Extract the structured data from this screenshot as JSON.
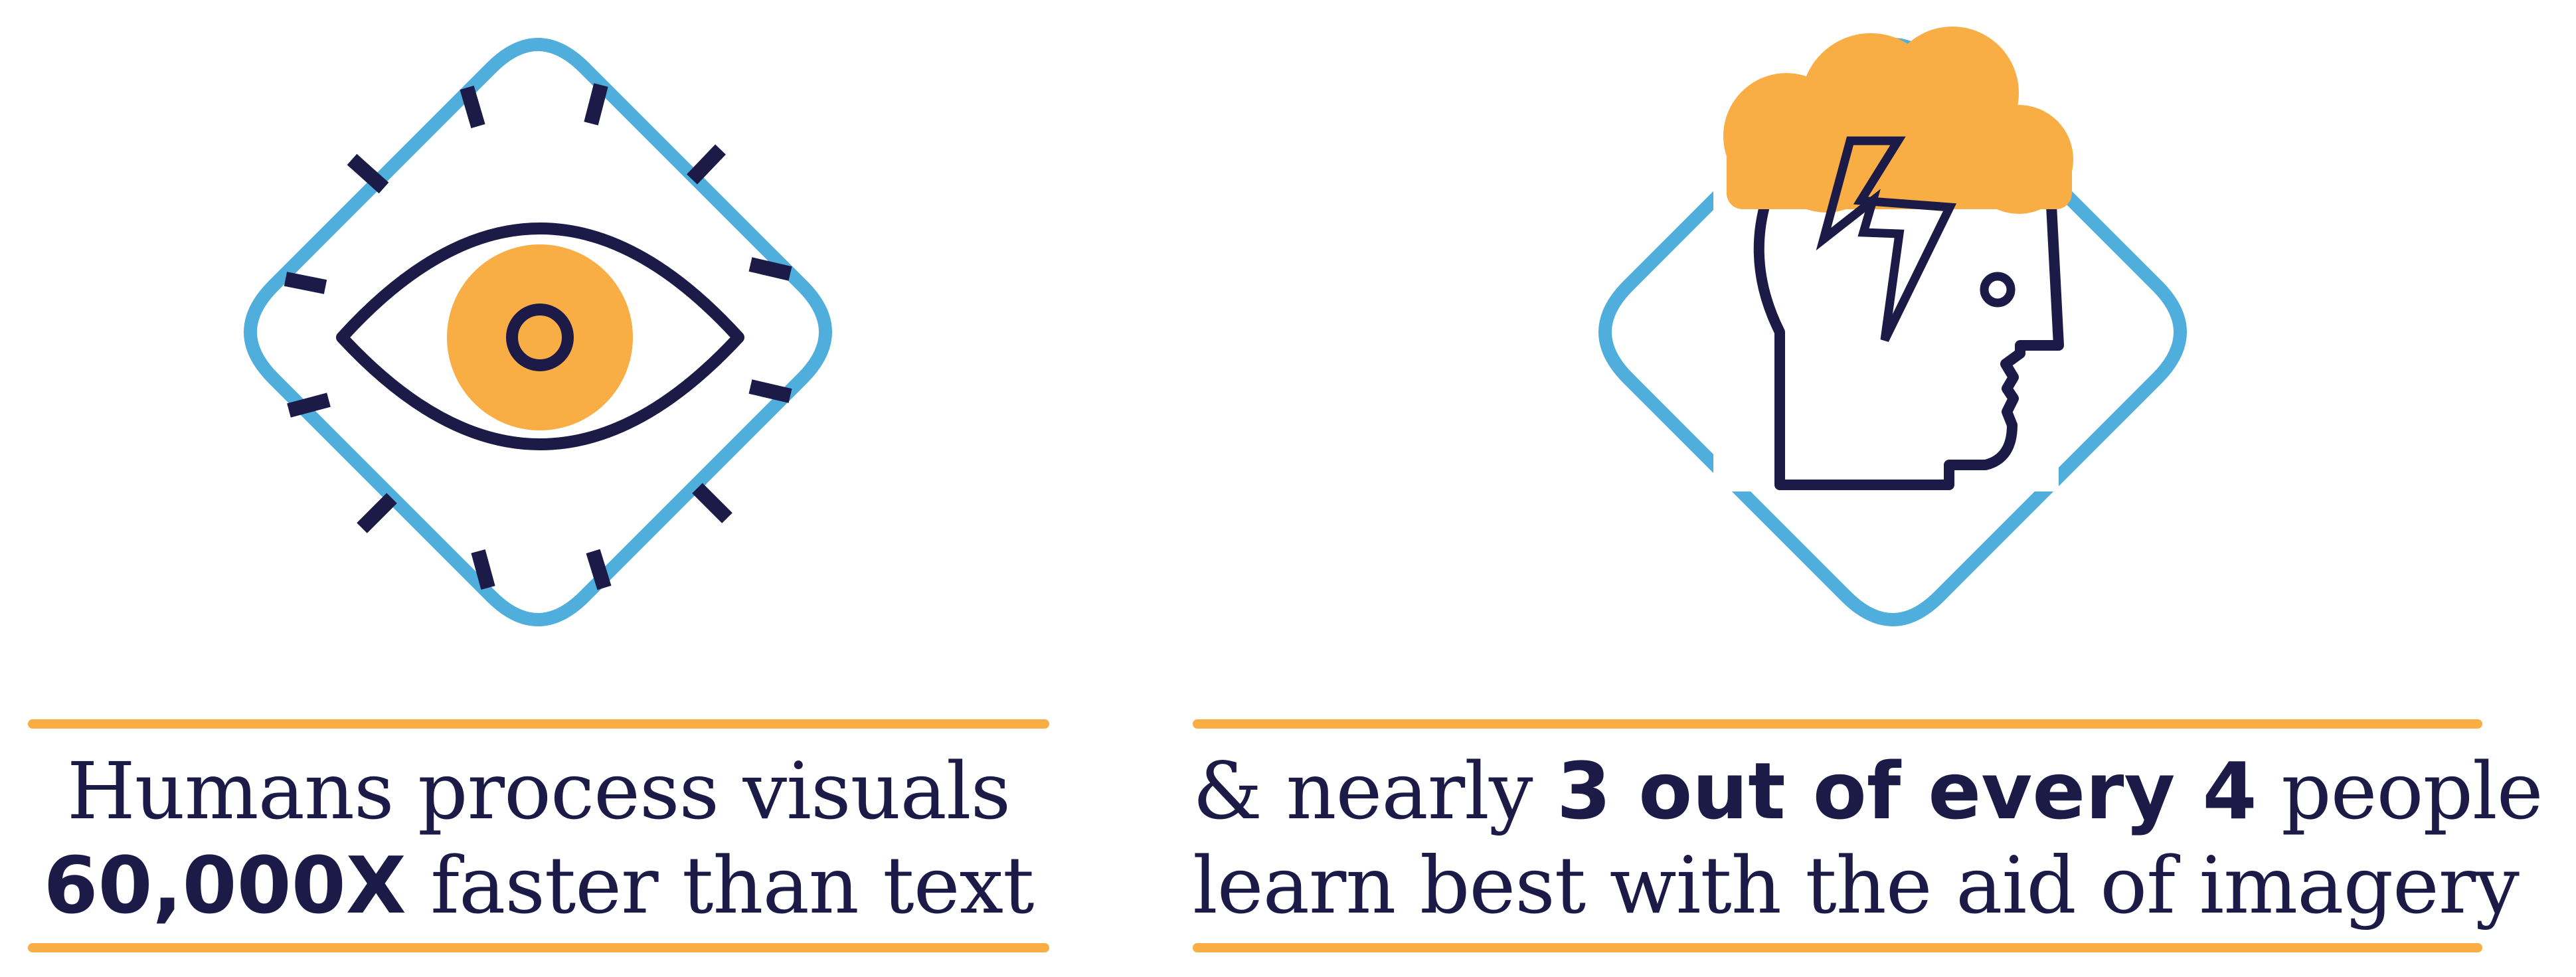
{
  "colors": {
    "navy": "#1c1b48",
    "blue": "#4faedc",
    "orange": "#f9ae45",
    "background": "#ffffff"
  },
  "left_panel": {
    "icon": "eye-icon",
    "caption": {
      "line1": "Humans process visuals",
      "line2_bold": "60,000X",
      "line2_rest": " faster than text"
    }
  },
  "right_panel": {
    "icon": "head-with-storm-cloud-icon",
    "caption": {
      "line1_pre": "& nearly ",
      "line1_bold": "3 out of every 4",
      "line1_post": " people",
      "line2": "learn best with the aid of imagery"
    }
  }
}
